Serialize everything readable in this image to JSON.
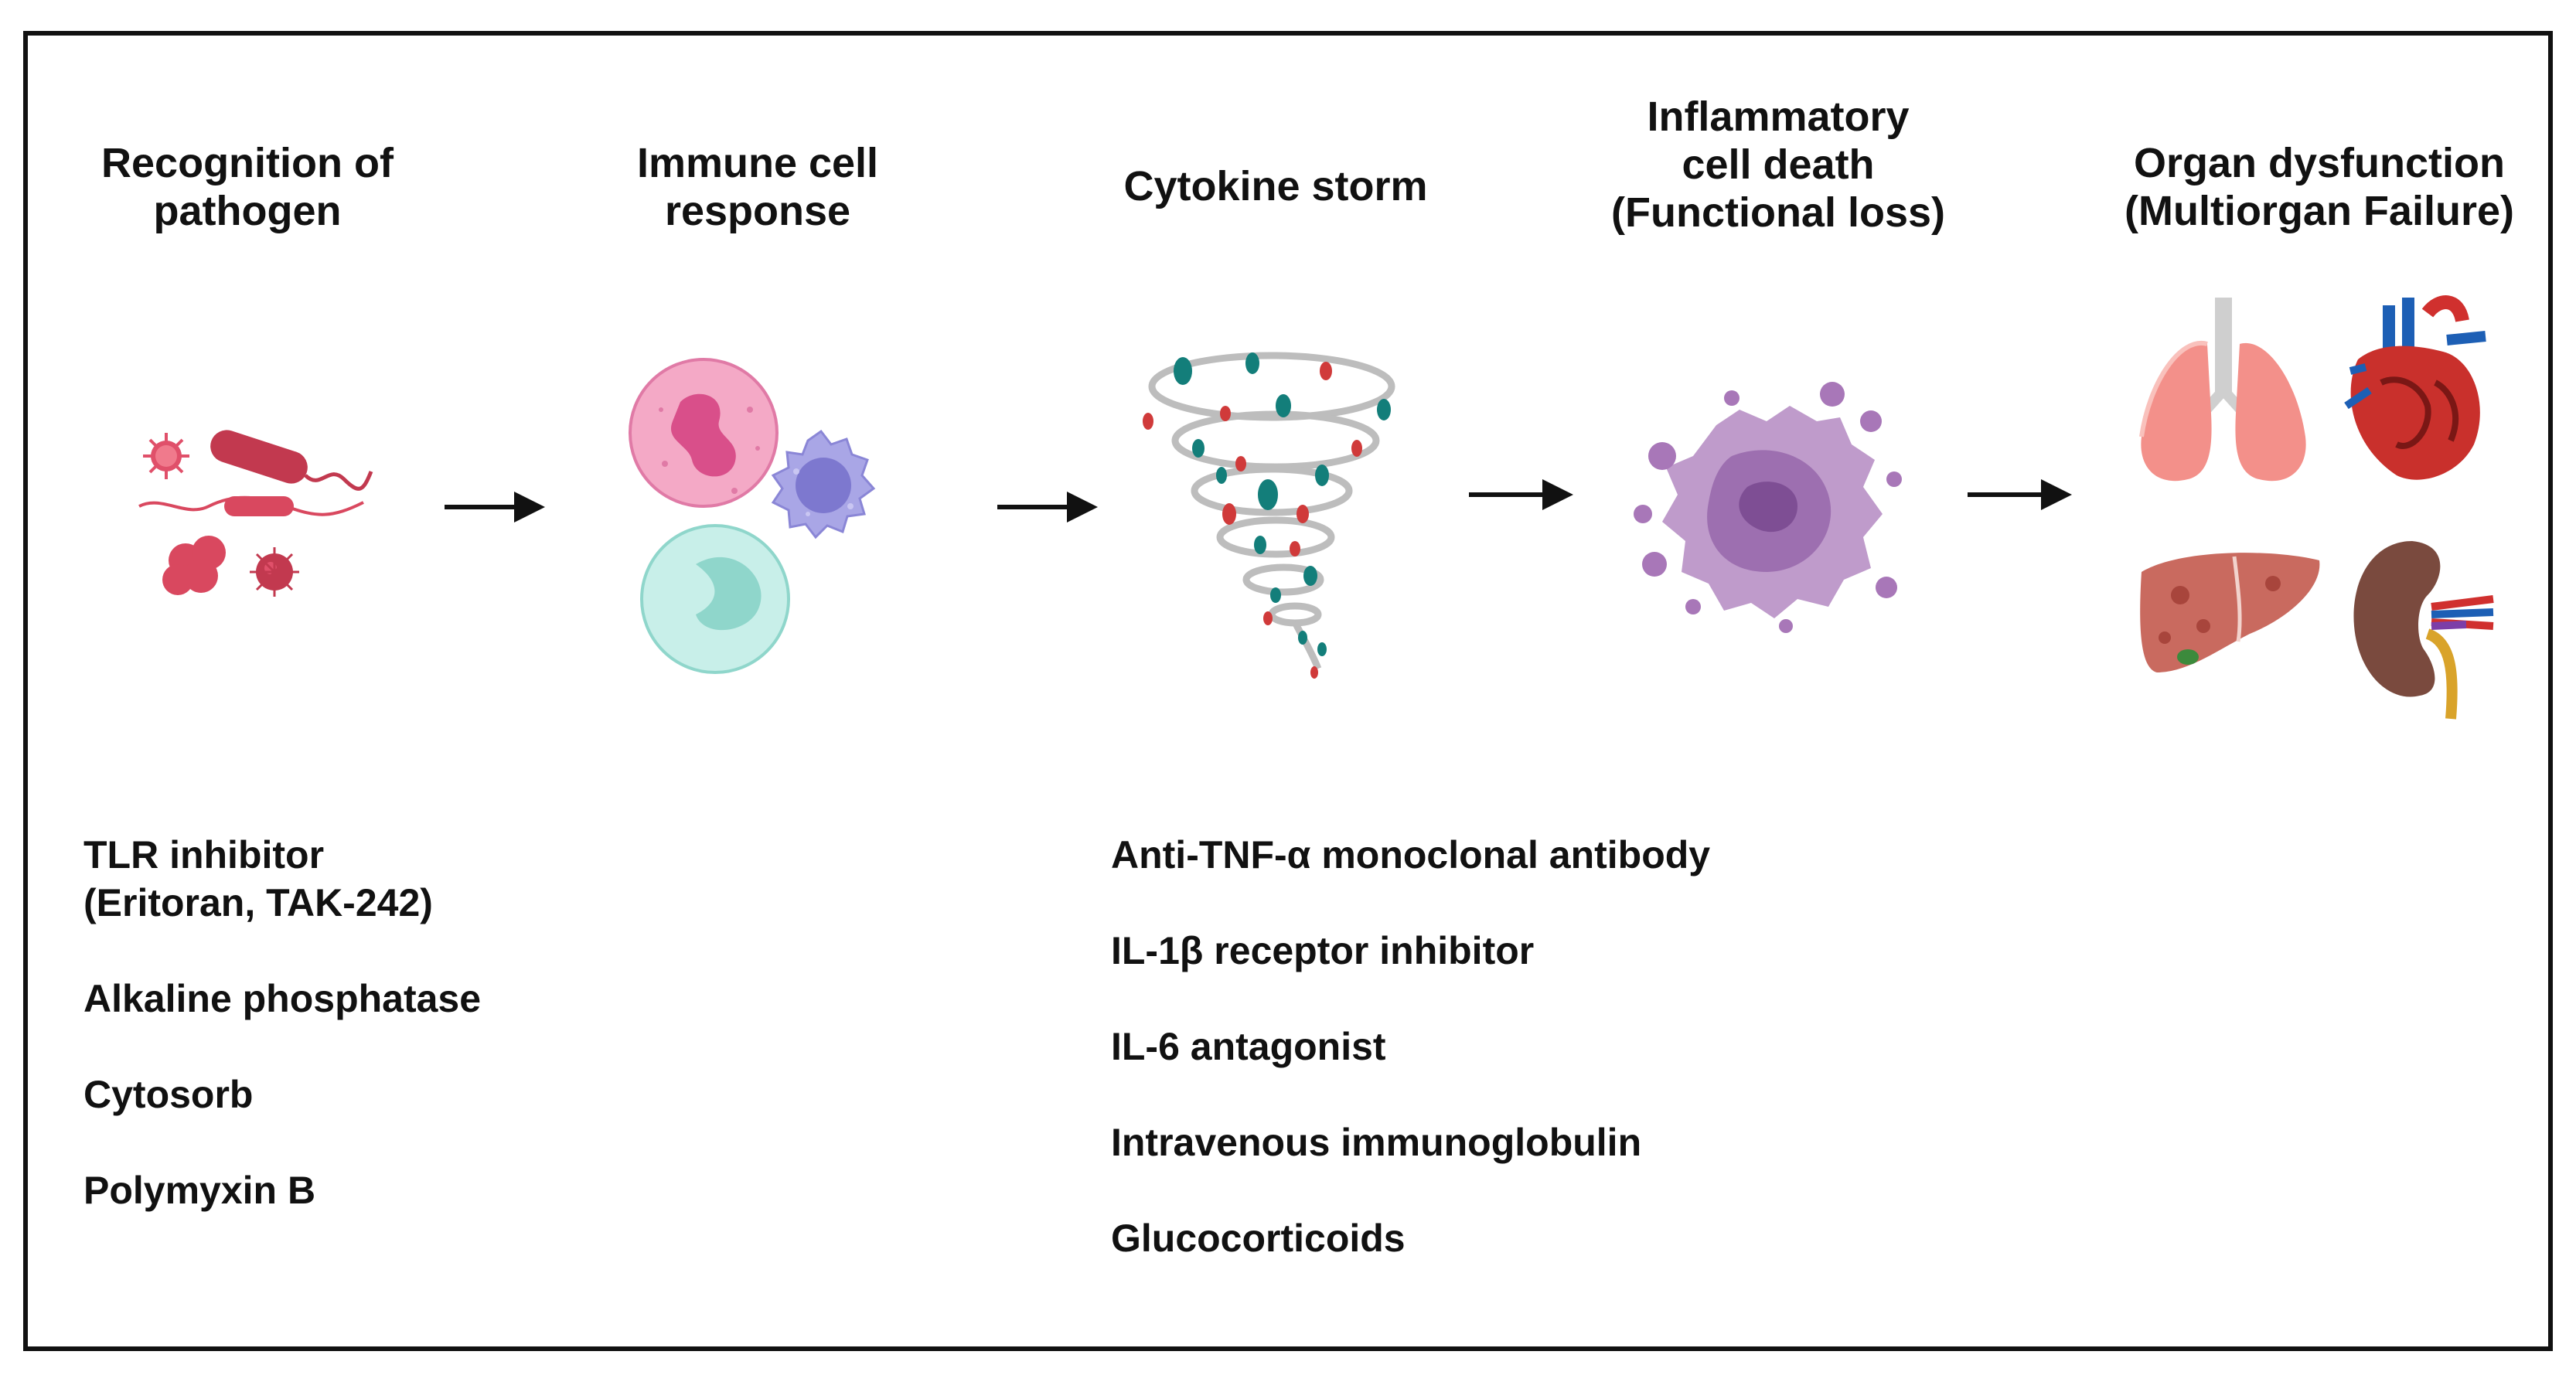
{
  "stages": [
    {
      "title": "Recognition of\npathogen"
    },
    {
      "title": "Immune cell\nresponse"
    },
    {
      "title": "Cytokine storm"
    },
    {
      "title": "Inflammatory\ncell death\n(Functional loss)"
    },
    {
      "title": "Organ dysfunction\n(Multiorgan Failure)"
    }
  ],
  "therapies_left": [
    "TLR inhibitor\n(Eritoran, TAK-242)",
    "Alkaline phosphatase",
    "Cytosorb",
    "Polymyxin B"
  ],
  "therapies_right": [
    "Anti-TNF-α monoclonal antibody",
    "IL-1β receptor inhibitor",
    "IL-6 antagonist",
    "Intravenous immunoglobulin",
    "Glucocorticoids"
  ],
  "icons": {
    "pathogen": "pathogen-cluster-icon",
    "immune_cells": "immune-cells-icon",
    "cytokine": "cytokine-tornado-icon",
    "dying_cell": "dying-cell-icon",
    "organs": [
      "lungs-icon",
      "heart-icon",
      "liver-icon",
      "kidney-icon"
    ]
  },
  "colors": {
    "pathogen": "#d9485f",
    "neutrophil": "#f4a9c6",
    "macrophage": "#a9a6e6",
    "monocyte": "#a7e0d8",
    "teal_dot": "#137e7a",
    "red_dot": "#d03a3a",
    "dying_cell": "#a877b8",
    "lung": "#f3908a",
    "heart": "#c9302c",
    "liver": "#c96a5f",
    "kidney": "#7a4a3e"
  }
}
